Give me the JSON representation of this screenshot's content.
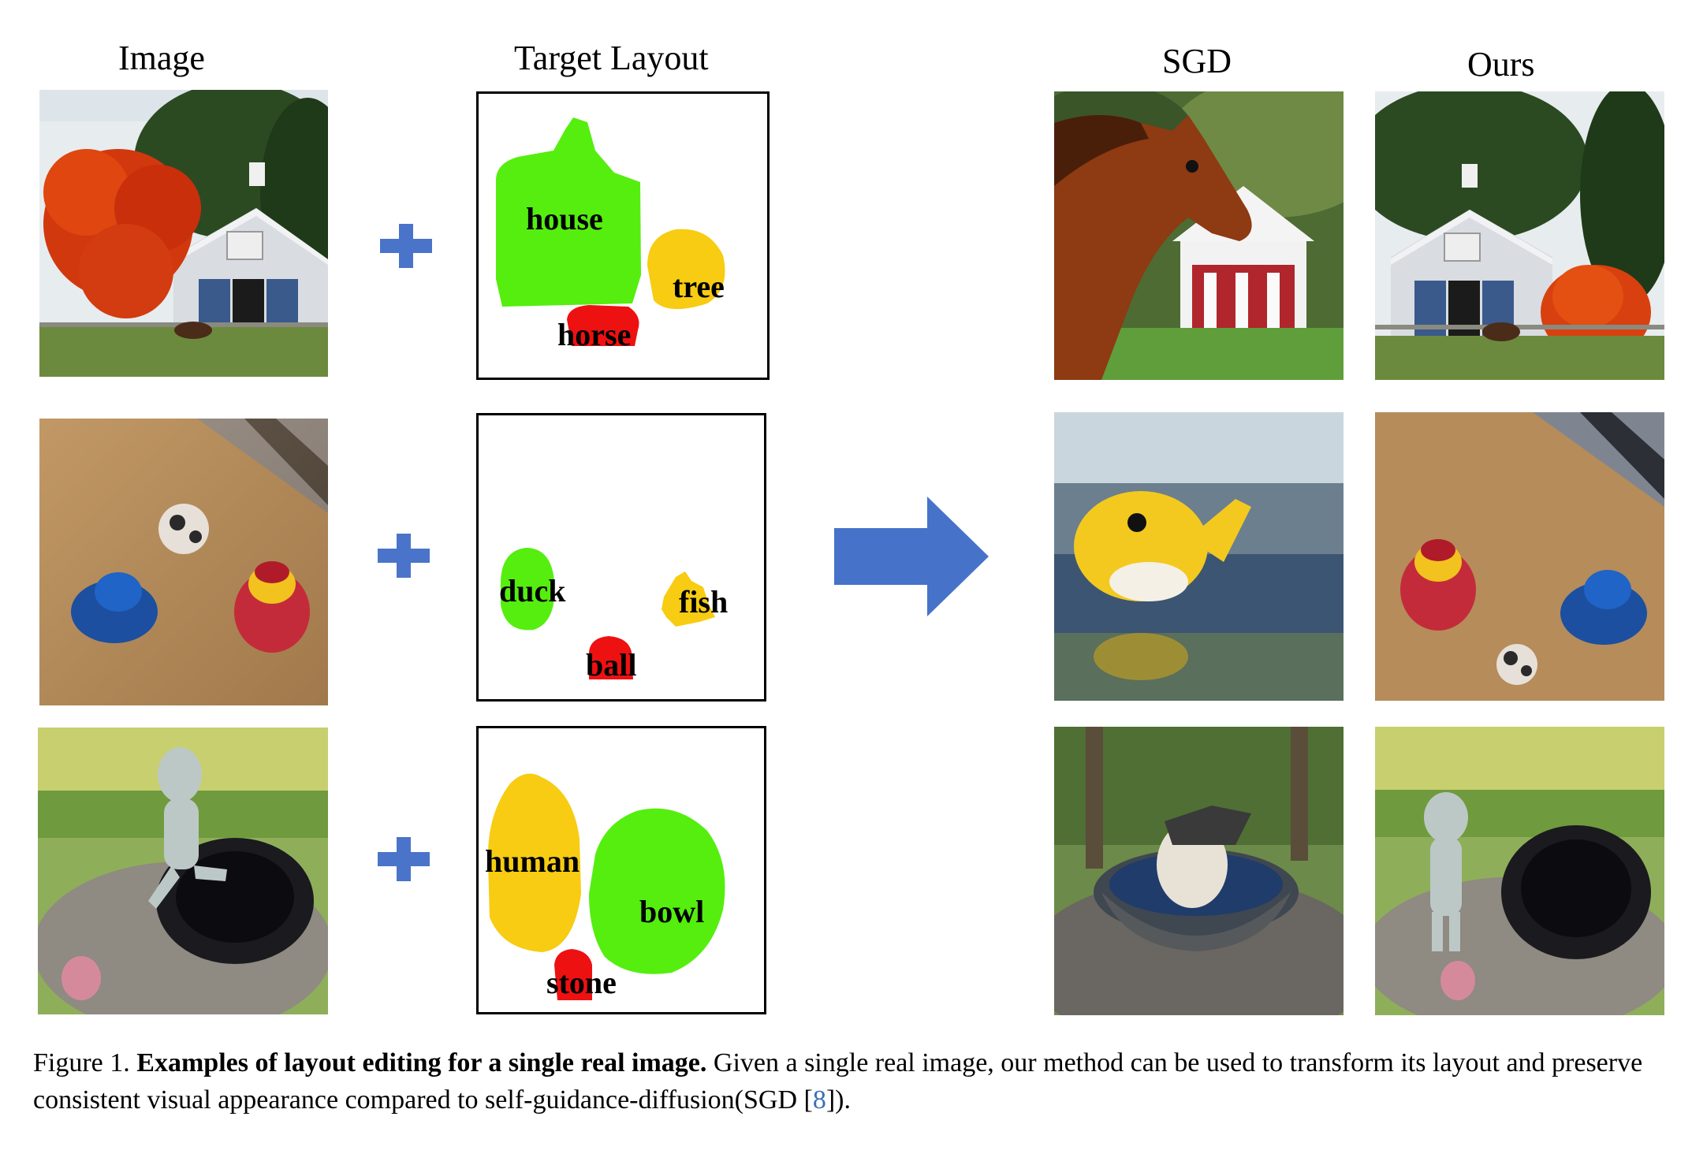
{
  "headers": {
    "image": "Image",
    "target_layout": "Target Layout",
    "sgd": "SGD",
    "ours": "Ours"
  },
  "rows": [
    {
      "layout_labels": {
        "a": "house",
        "b": "horse",
        "c": "tree"
      }
    },
    {
      "layout_labels": {
        "a": "duck",
        "b": "ball",
        "c": "fish"
      }
    },
    {
      "layout_labels": {
        "a": "human",
        "b": "stone",
        "c": "bowl"
      }
    }
  ],
  "colors": {
    "blob_green": "#55ee0f",
    "blob_red": "#ee1111",
    "blob_yellow": "#f7cc12",
    "plus_blue": "#4a74c9",
    "arrow_blue": "#4673c9",
    "citation_blue": "#3a6fb5"
  },
  "icons": {
    "plus": "plus-icon",
    "arrow": "right-arrow-icon"
  },
  "caption": {
    "prefix": "Figure 1. ",
    "lead": "Examples of layout editing for a single real image.",
    "body": " Given a single real image, our method can be used to transform its layout and preserve consistent visual appearance compared to self-guidance-diffusion(SGD [",
    "ref": "8",
    "suffix": "])."
  }
}
